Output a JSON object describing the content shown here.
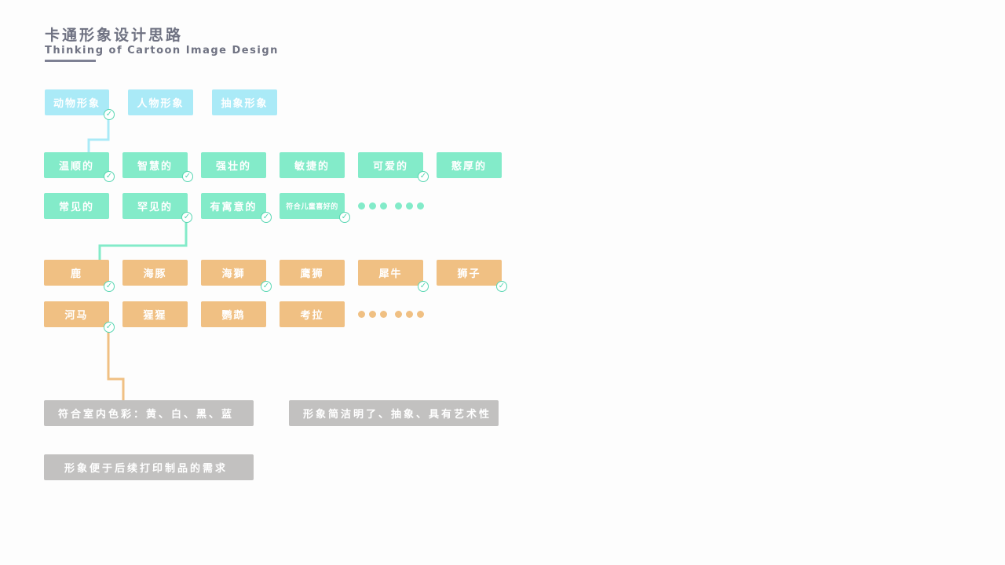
{
  "header": {
    "title_cn": "卡通形象设计思路",
    "title_en": "Thinking of Cartoon Image Design"
  },
  "colors": {
    "cyan": "#aaeaf7",
    "mint": "#83ebc9",
    "orange": "#f0c083",
    "gray": "#c2c1c0",
    "check": "#58d6b2"
  },
  "image_types": [
    "动物形象",
    "人物形象",
    "抽象形象"
  ],
  "traits_row1": [
    "温顺的",
    "智慧的",
    "强壮的",
    "敏捷的",
    "可爱的",
    "憨厚的"
  ],
  "traits_row2": [
    "常见的",
    "罕见的",
    "有寓意的",
    "符合儿童喜好的"
  ],
  "animals_row1": [
    "鹿",
    "海豚",
    "海獅",
    "鹰狮",
    "犀牛",
    "狮子"
  ],
  "animals_row2": [
    "河马",
    "猩猩",
    "鹦鹉",
    "考拉"
  ],
  "requirements": [
    "符合室内色彩：黄、白、黑、蓝",
    "形象简洁明了、抽象、具有艺术性",
    "形象便于后续打印制品的需求"
  ],
  "check_icon": "check-circle-icon"
}
